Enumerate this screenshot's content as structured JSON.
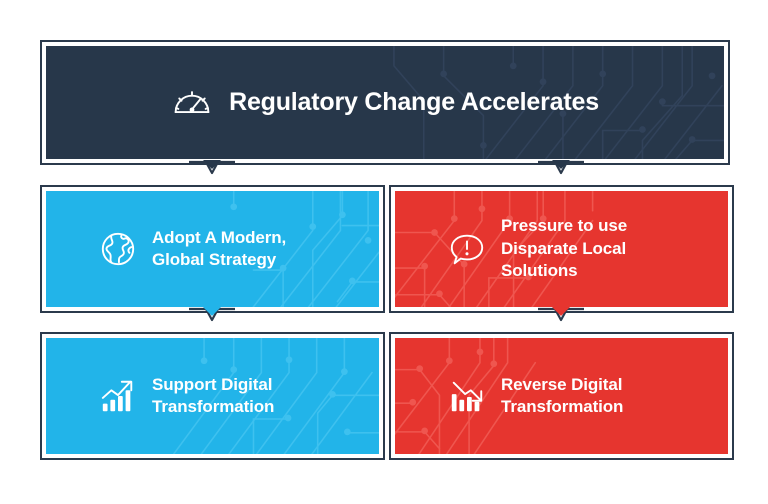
{
  "palette": {
    "dark_navy": "#27374a",
    "blue": "#22b4e9",
    "red": "#e6352f",
    "border": "#2b3a4c",
    "white": "#ffffff",
    "background": "#ffffff"
  },
  "header": {
    "title": "Regulatory Change Accelerates",
    "icon": "speedometer-gauge-icon",
    "fill": "#27374a"
  },
  "cards": [
    {
      "id": "adopt-modern-global-strategy",
      "label": "Adopt A Modern,\nGlobal Strategy",
      "icon": "globe-icon",
      "fill": "#22b4e9",
      "tone": "positive",
      "column": "left",
      "row": "top"
    },
    {
      "id": "pressure-disparate-local-solutions",
      "label": "Pressure to use\nDisparate Local\nSolutions",
      "icon": "alert-speech-bubble-icon",
      "fill": "#e6352f",
      "tone": "negative",
      "column": "right",
      "row": "top"
    },
    {
      "id": "support-digital-transformation",
      "label": "Support Digital\nTransformation",
      "icon": "bar-chart-rising-arrow-icon",
      "fill": "#22b4e9",
      "tone": "positive",
      "column": "left",
      "row": "bottom"
    },
    {
      "id": "reverse-digital-transformation",
      "label": "Reverse Digital\nTransformation",
      "icon": "bar-chart-falling-arrow-icon",
      "fill": "#e6352f",
      "tone": "negative",
      "column": "right",
      "row": "bottom"
    }
  ],
  "connectors": [
    {
      "id": "header-to-left-top",
      "shape": "chevron-down"
    },
    {
      "id": "header-to-right-top",
      "shape": "chevron-down"
    },
    {
      "id": "left-top-to-left-bottom",
      "shape": "chevron-down"
    },
    {
      "id": "right-top-to-right-bottom",
      "shape": "chevron-down"
    }
  ]
}
